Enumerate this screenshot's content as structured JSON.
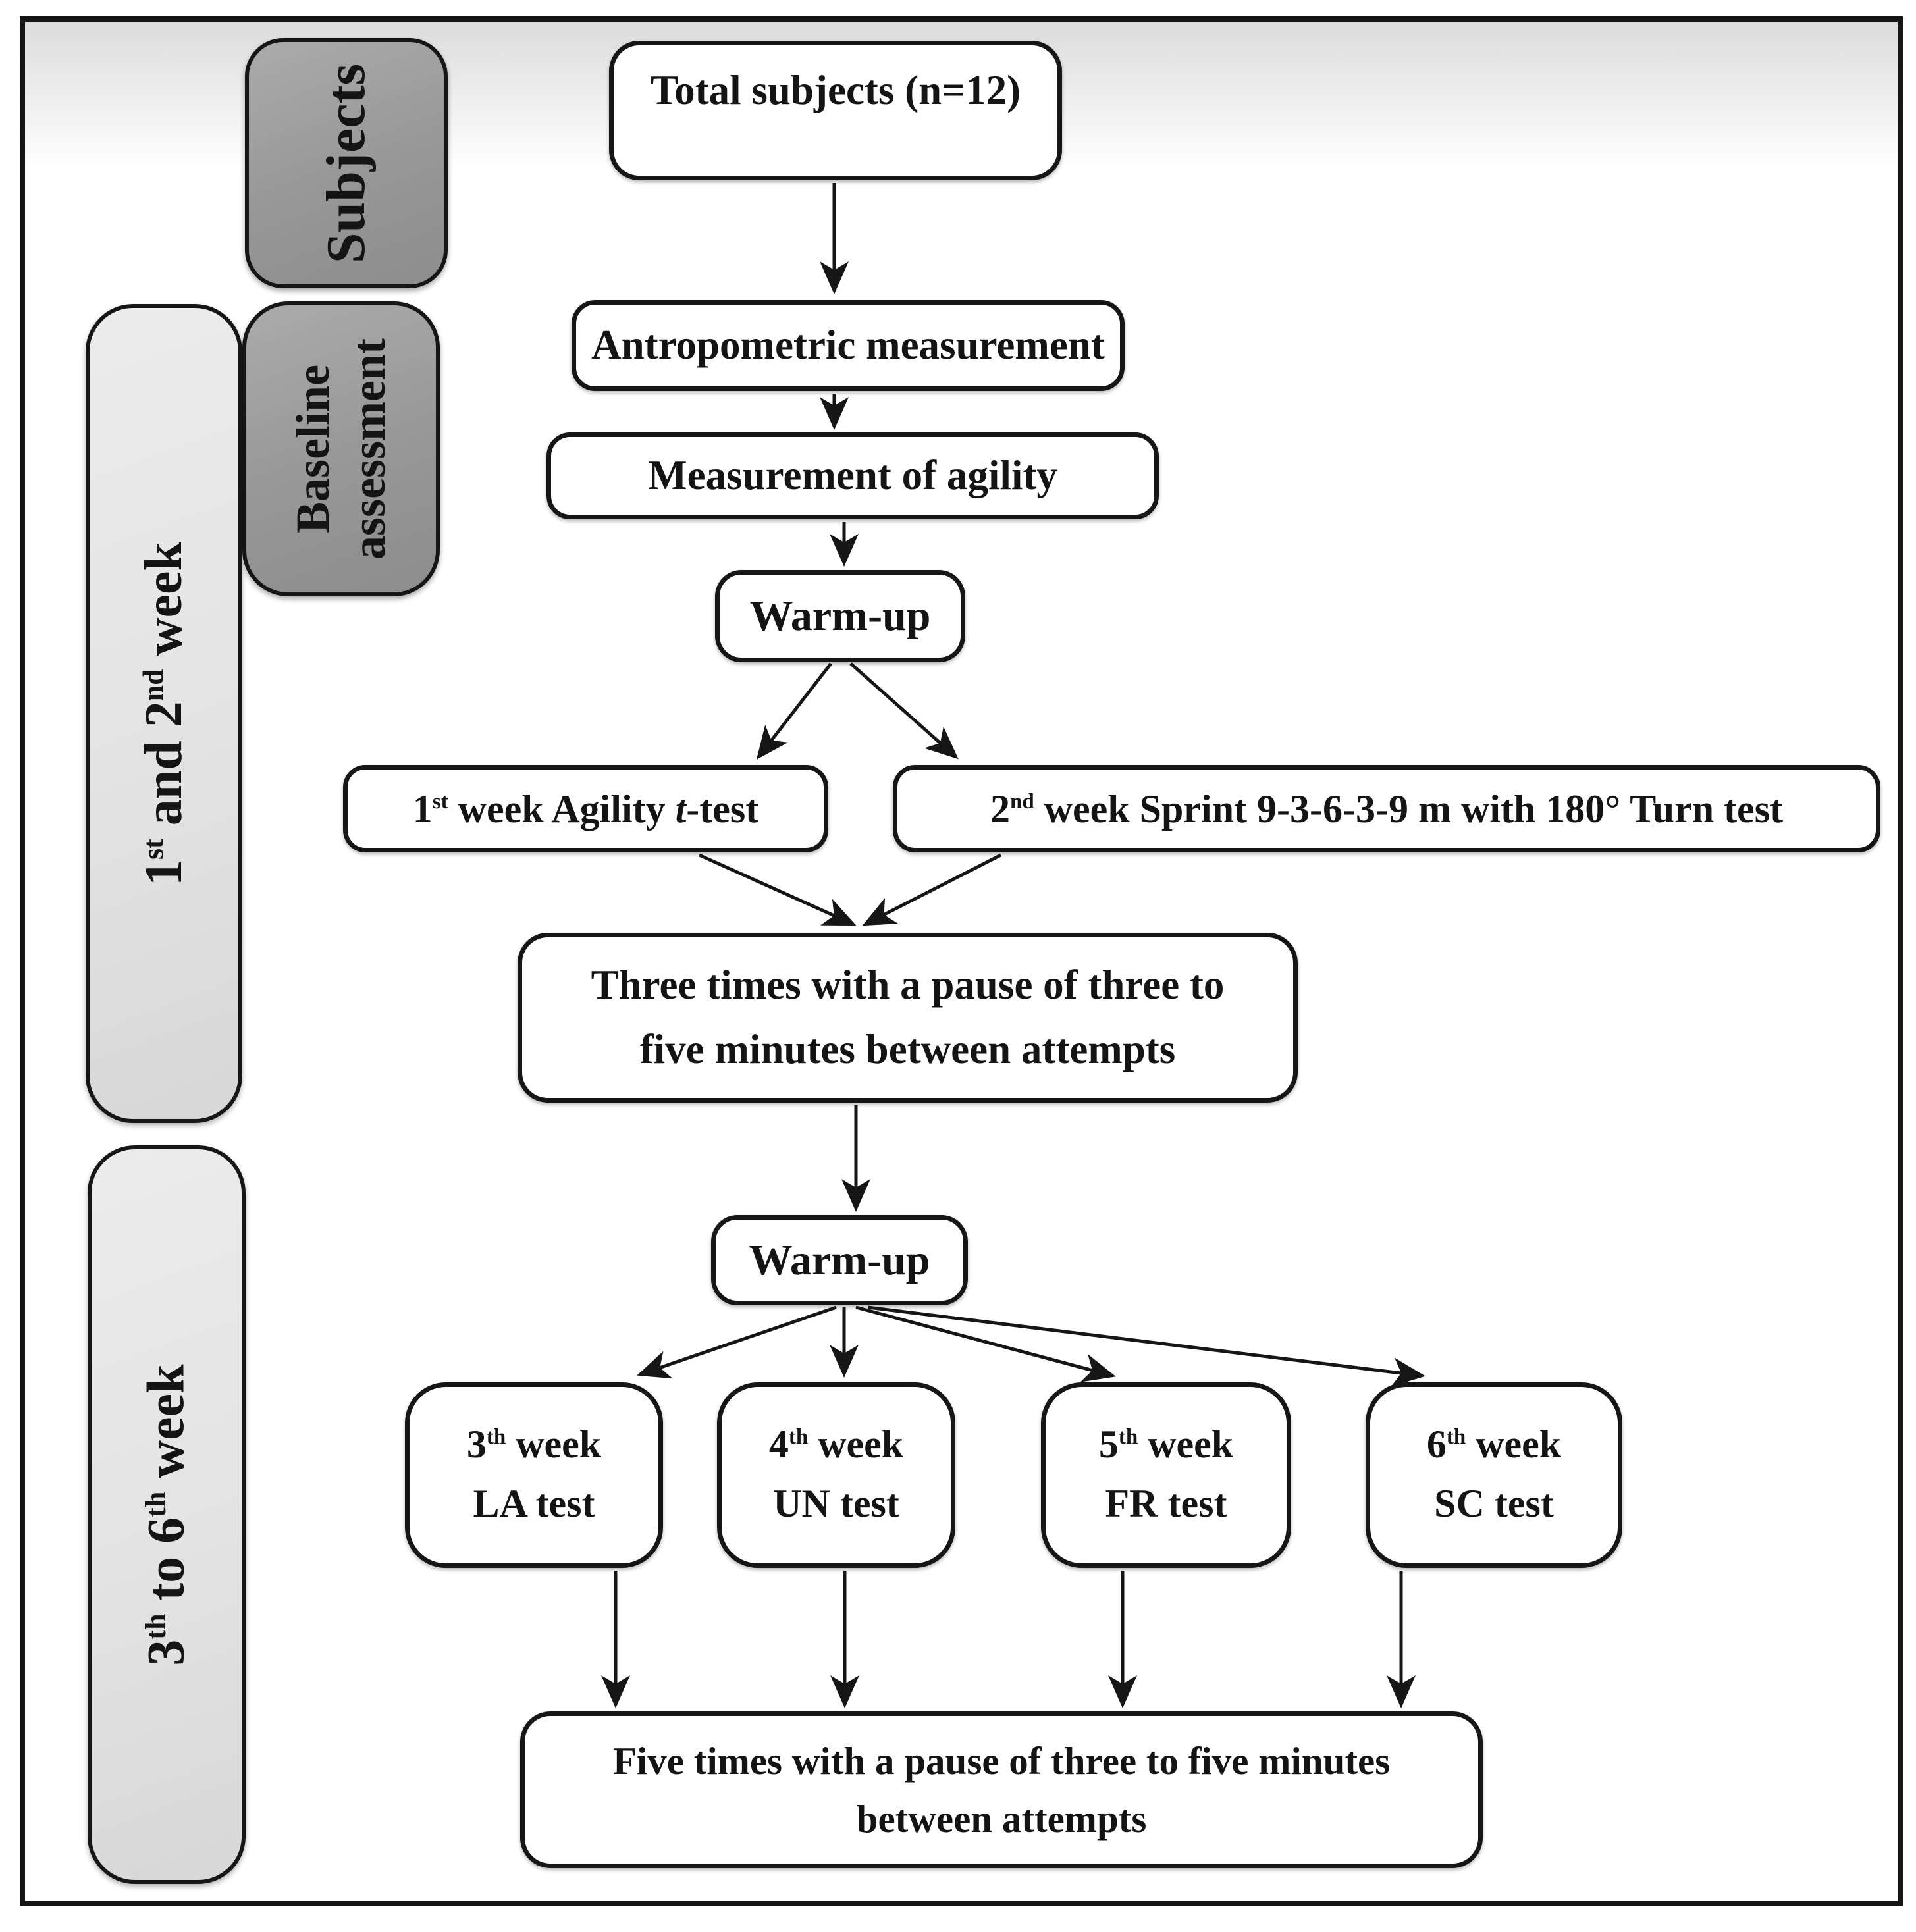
{
  "figure": {
    "type": "study-design-flowchart"
  },
  "side_labels": {
    "subjects": "Subjects",
    "baseline_line1": "Baseline",
    "baseline_line2": "assessment",
    "week12_parts": [
      {
        "t": "1"
      },
      {
        "sup": "st"
      },
      {
        "t": " and 2"
      },
      {
        "sup": "nd"
      },
      {
        "t": " week"
      }
    ],
    "week36_parts": [
      {
        "t": "3"
      },
      {
        "sup": "th"
      },
      {
        "t": " to 6"
      },
      {
        "sup": "th"
      },
      {
        "t": " week"
      }
    ]
  },
  "flow": {
    "total_subjects": "Total subjects (n=12)",
    "antropometric": "Antropometric measurement",
    "measurement_agility": "Measurement of agility",
    "warmup1": "Warm-up",
    "week1_parts": [
      {
        "t": "1"
      },
      {
        "sup": "st"
      },
      {
        "t": " week Agility "
      },
      {
        "i": "t"
      },
      {
        "t": "-test"
      }
    ],
    "week2_parts": [
      {
        "t": "2"
      },
      {
        "sup": "nd"
      },
      {
        "t": " week Sprint 9-3-6-3-9 m with 180° Turn test"
      }
    ],
    "three_times_line1": "Three times with a pause of three to",
    "three_times_line2": "five minutes between attempts",
    "warmup2": "Warm-up",
    "week_tests": [
      {
        "line1_parts": [
          {
            "t": "3"
          },
          {
            "sup": "th"
          },
          {
            "t": " week"
          }
        ],
        "line2": "LA test"
      },
      {
        "line1_parts": [
          {
            "t": "4"
          },
          {
            "sup": "th"
          },
          {
            "t": " week"
          }
        ],
        "line2": "UN test"
      },
      {
        "line1_parts": [
          {
            "t": "5"
          },
          {
            "sup": "th"
          },
          {
            "t": " week"
          }
        ],
        "line2": "FR test"
      },
      {
        "line1_parts": [
          {
            "t": "6"
          },
          {
            "sup": "th"
          },
          {
            "t": " week"
          }
        ],
        "line2": "SC test"
      }
    ],
    "five_times_line1": "Five times with a pause of three to five minutes",
    "five_times_line2": "between attempts"
  },
  "colors": {
    "border": "#161616",
    "dark_label_bg": "#979797",
    "light_label_bg": "#e2e2e2",
    "box_bg": "#fefefe",
    "text": "#141414"
  }
}
